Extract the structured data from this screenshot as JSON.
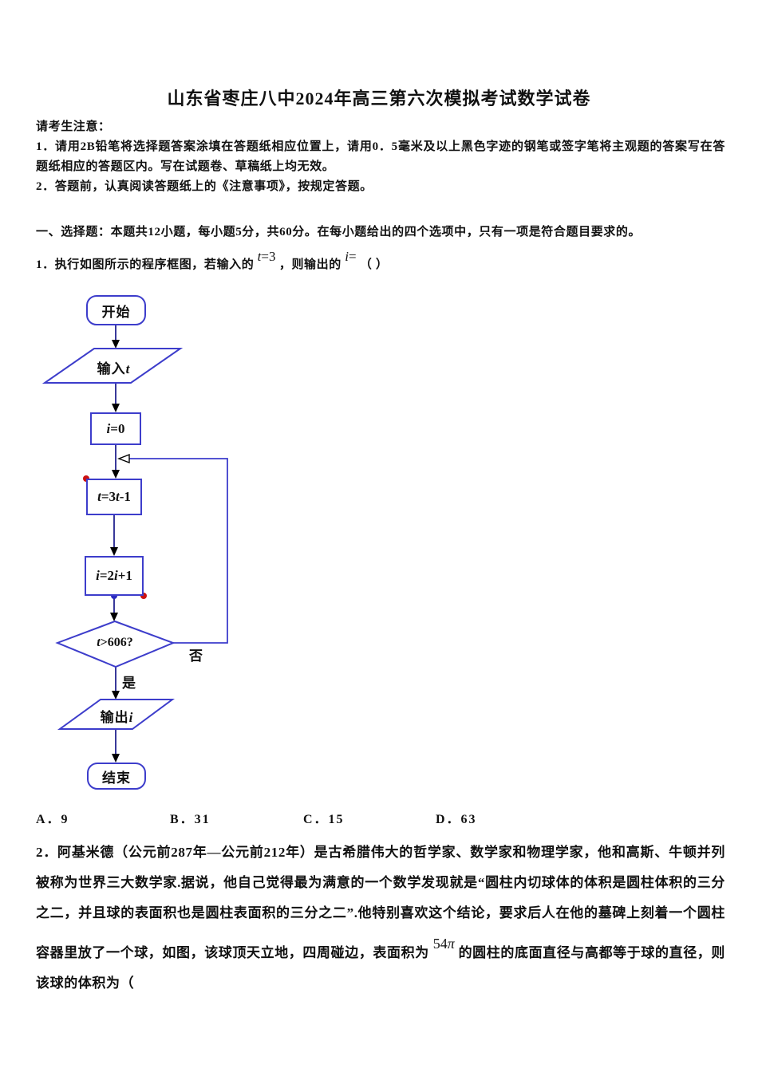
{
  "title": "山东省枣庄八中2024年高三第六次模拟考试数学试卷",
  "notice": {
    "heading": "请考生注意：",
    "item1": "1．请用2B铅笔将选择题答案涂填在答题纸相应位置上，请用0．5毫米及以上黑色字迹的钢笔或签字笔将主观题的答案写在答题纸相应的答题区内。写在试题卷、草稿纸上均无效。",
    "item2": "2．答题前，认真阅读答题纸上的《注意事项》，按规定答题。"
  },
  "section1": "一、选择题：本题共12小题，每小题5分，共60分。在每小题给出的四个选项中，只有一项是符合题目要求的。",
  "q1": {
    "pre": "1．执行如图所示的程序框图，若输入的",
    "m1_var": "t",
    "m1_eq": "=3",
    "mid": "，则输出的",
    "m2_var": "i",
    "m2_eq": "=",
    "post": "（  ）"
  },
  "flowchart": {
    "start": "开始",
    "input_text": "输入",
    "input_var": "t",
    "init_var": "i",
    "init_rest": "=0",
    "assign_t": {
      "p1": "t",
      "p2": "=3",
      "p3": "t",
      "p4": "-1"
    },
    "assign_i": {
      "p1": "i",
      "p2": "=2",
      "p3": "i",
      "p4": "+1"
    },
    "cond_var": "t",
    "cond_rest": ">606?",
    "no": "否",
    "yes": "是",
    "output_text": "输出",
    "output_var": "i",
    "end": "结束"
  },
  "options": [
    "A．9",
    "B．31",
    "C．15",
    "D．63"
  ],
  "q2": {
    "part1": "2．阿基米德（公元前287年—公元前212年）是古希腊伟大的哲学家、数学家和物理学家，他和高斯、牛顿并列被称为世界三大数学家.据说，他自己觉得最为满意的一个数学发现就是“圆柱内切球体的体积是圆柱体积的三分之二，并且球的表面积也是圆柱表面积的三分之二”.他特别喜欢这个结论，要求后人在他的墓碑上刻着一个圆柱容器里放了一个球，如图，该球顶天立地，四周碰边，表面积为",
    "m_num": "54",
    "m_pi": "π",
    "part2": "的圆柱的底面直径与高都等于球的直径，则该球的体积为（"
  },
  "colors": {
    "shape_border": "#3d3dcb",
    "loop_line": "#3d3dcb",
    "connector": "#23238f",
    "arrowhead": "#000000",
    "handle_red": "#cc1111",
    "handle_blue": "#2a2ac0",
    "text": "#111111",
    "background": "#ffffff"
  }
}
